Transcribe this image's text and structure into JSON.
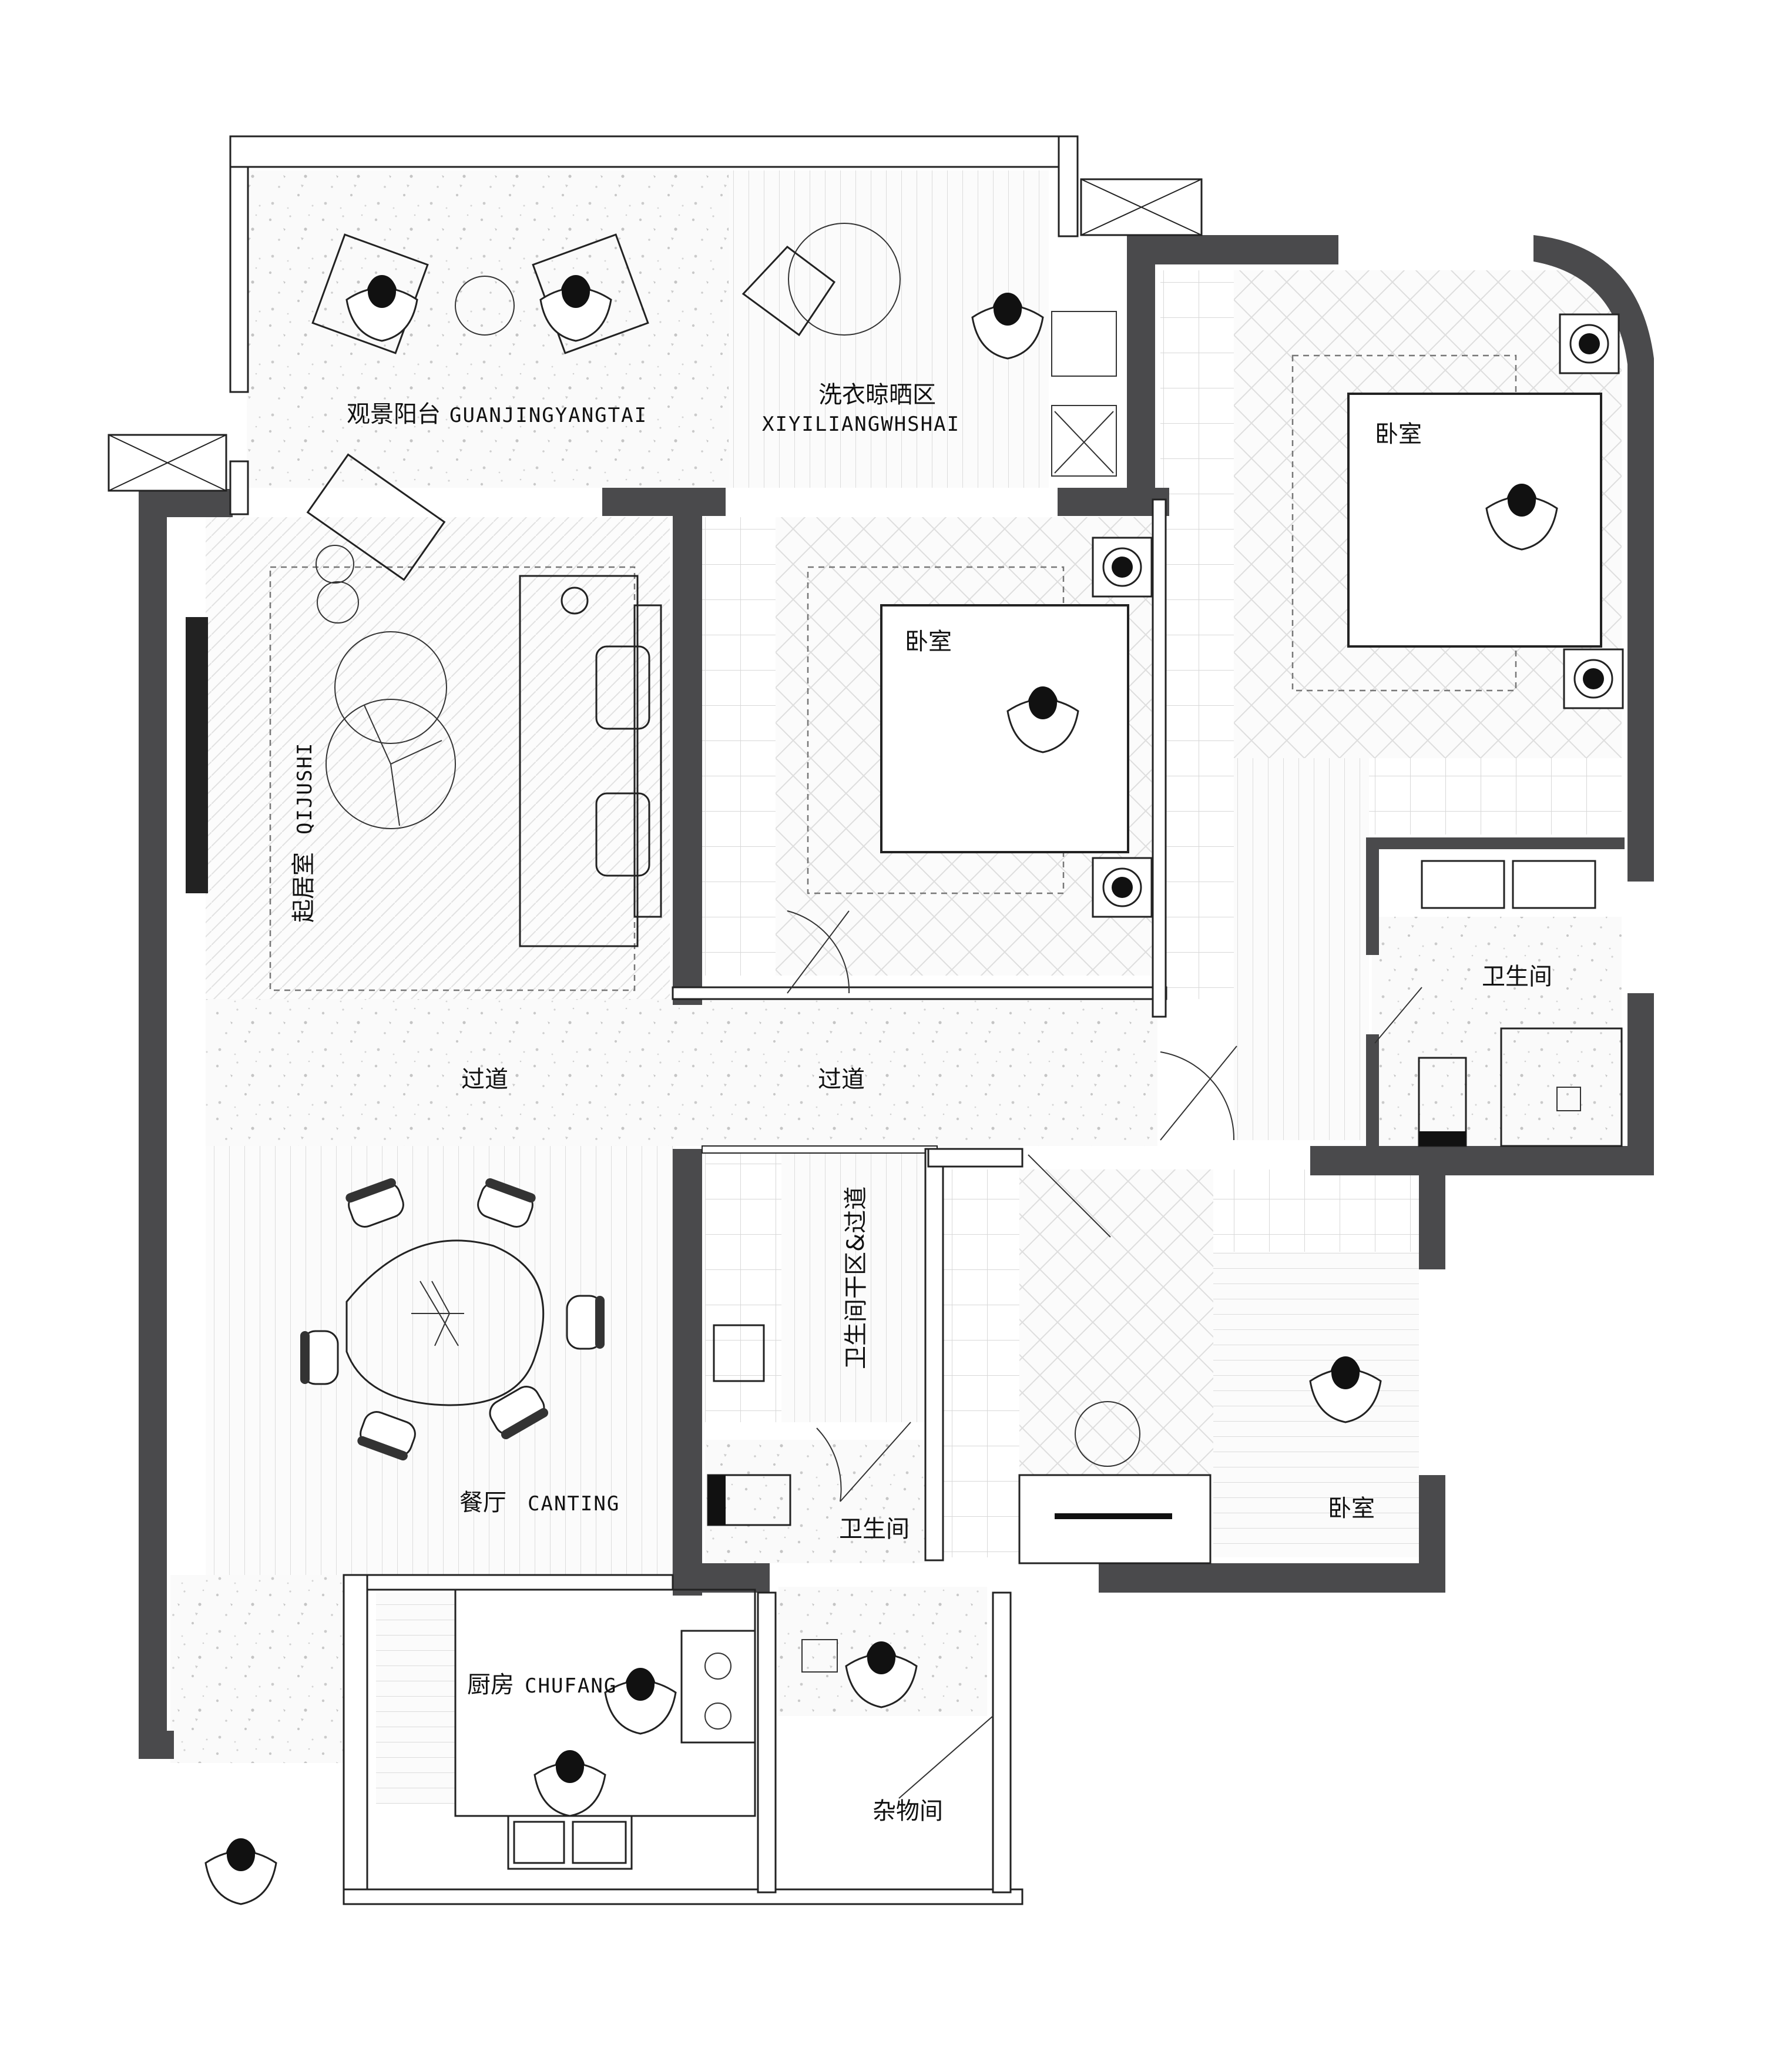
{
  "rooms": {
    "balcony": {
      "cn": "观景阳台",
      "en": "GUANJINGYANGTAI"
    },
    "laundry": {
      "cn": "洗衣晾晒区",
      "en": "XIYILIANGWHSHAI"
    },
    "living": {
      "cn": "起居室",
      "en": "QIJUSHI"
    },
    "bedroom_middle": {
      "cn": "卧室"
    },
    "bedroom_right": {
      "cn": "卧室"
    },
    "bedroom_lower": {
      "cn": "卧室"
    },
    "corridor_left": {
      "cn": "过道"
    },
    "corridor_right": {
      "cn": "过道"
    },
    "bath_dry_corridor": {
      "cn": "卫生间干区&过道"
    },
    "bathroom_right": {
      "cn": "卫生间"
    },
    "bathroom_center": {
      "cn": "卫生间"
    },
    "dining": {
      "cn": "餐厅",
      "en": "CANTING"
    },
    "kitchen": {
      "cn": "厨房",
      "en": "CHUFANG"
    },
    "storage": {
      "cn": "杂物间"
    }
  },
  "colors": {
    "wall": "#4a4a4c",
    "line": "#222222",
    "floor_pattern": "#bdbdbd",
    "background": "#ffffff"
  }
}
